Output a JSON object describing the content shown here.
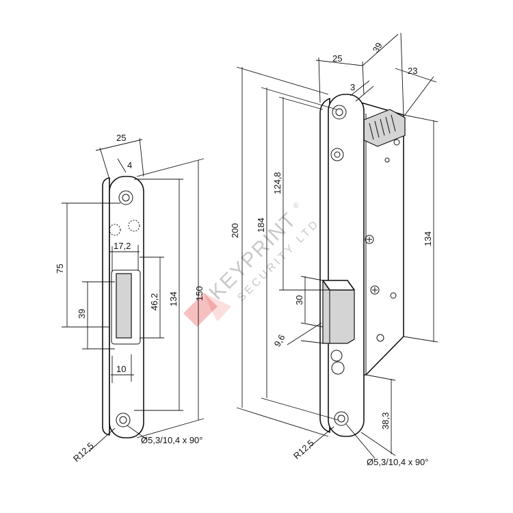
{
  "watermark": {
    "brand": "KEYPRINT",
    "registered_mark": "®",
    "tagline": "SECURITY LTD",
    "logo_color": "#e84a4a"
  },
  "strike_plate": {
    "dim_width": "25",
    "dim_offset": "4",
    "dim_opening_width": "17,2",
    "dim_opening_to_hole": "75",
    "dim_opening_height": "39",
    "dim_inner_height": "46,2",
    "dim_holes_centers": "134",
    "dim_length": "150",
    "dim_bottom_width": "10",
    "radius_label": "R12,5",
    "hole_label": "Ø5,3/10,4 x 90°"
  },
  "lock_body": {
    "dim_faceplate_width": "25",
    "dim_depth": "39",
    "dim_body_width": "23",
    "dim_offset": "3",
    "dim_total_length": "200",
    "dim_holes_centers": "184",
    "dim_to_latch": "124,8",
    "dim_body_height": "134",
    "dim_latch_height": "30",
    "dim_latch_projection": "9,6",
    "dim_bottom_offset": "38,3",
    "radius_label": "R12,5",
    "hole_label": "Ø5,3/10,4 x 90°"
  }
}
